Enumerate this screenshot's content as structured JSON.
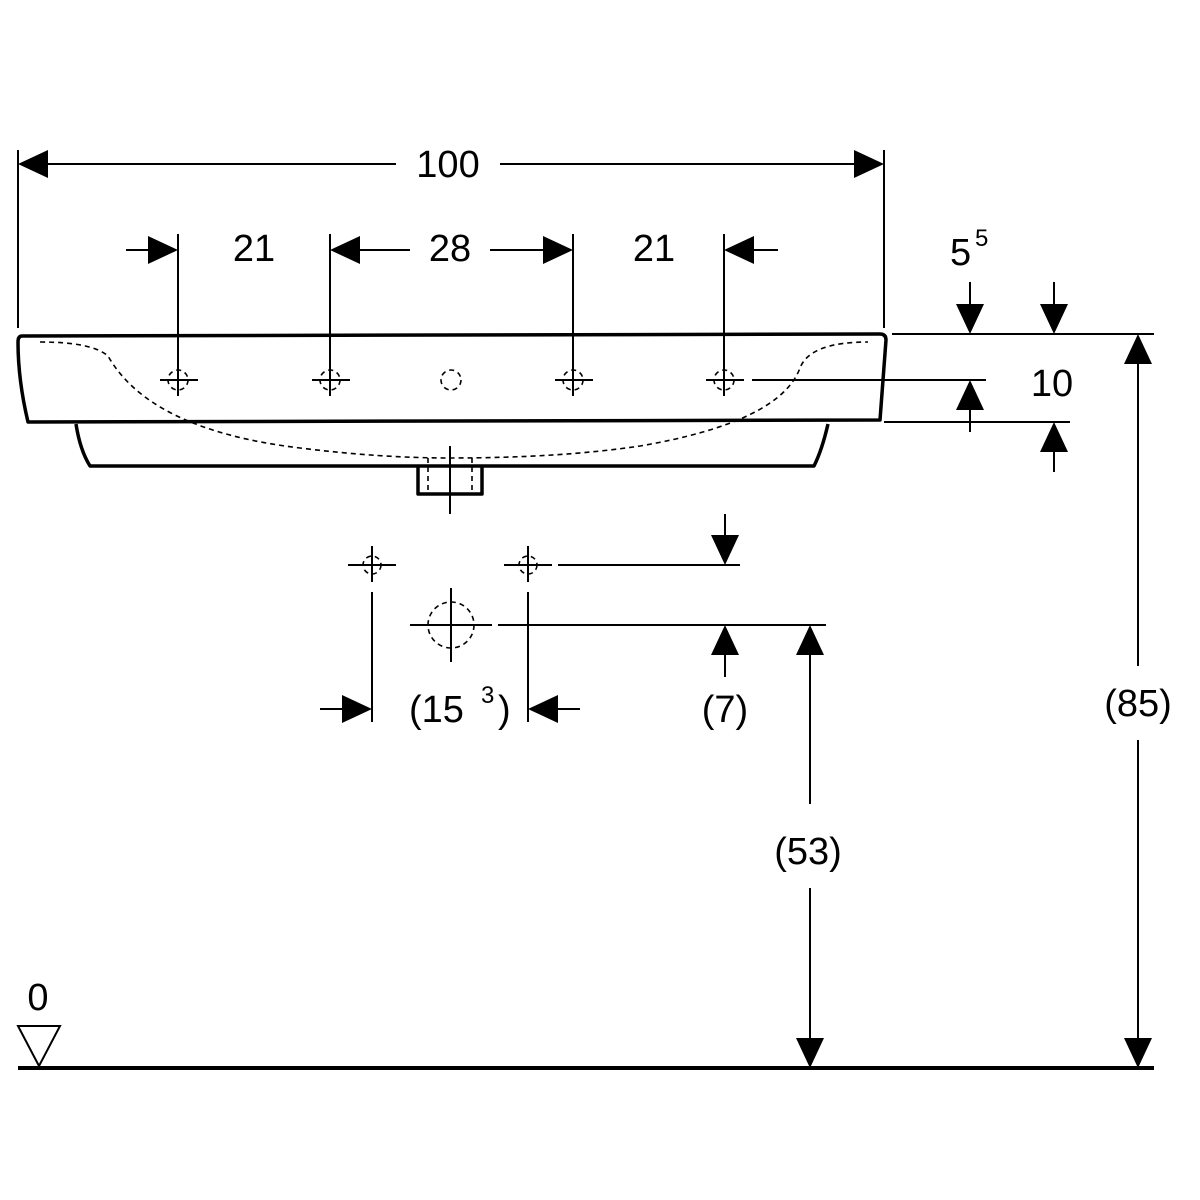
{
  "dimensions": {
    "overall_width": "100",
    "tap_spacing_left": "21",
    "tap_spacing_center": "28",
    "tap_spacing_right": "21",
    "rim_offset_base": "5",
    "rim_offset_sup": "5",
    "rim_thickness": "10",
    "supply_spacing_open": "(15",
    "supply_spacing_sup": "3",
    "supply_spacing_close": ")",
    "supply_offset": "(7)",
    "drain_height": "(53)",
    "rim_height": "(85)",
    "floor_level": "0"
  }
}
